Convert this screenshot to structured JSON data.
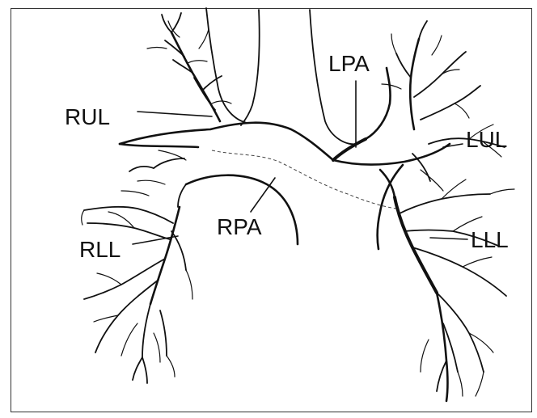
{
  "labels": {
    "rul": "RUL",
    "lpa": "LPA",
    "lul": "LUL",
    "rpa": "RPA",
    "rll": "RLL",
    "lll": "LLL"
  }
}
